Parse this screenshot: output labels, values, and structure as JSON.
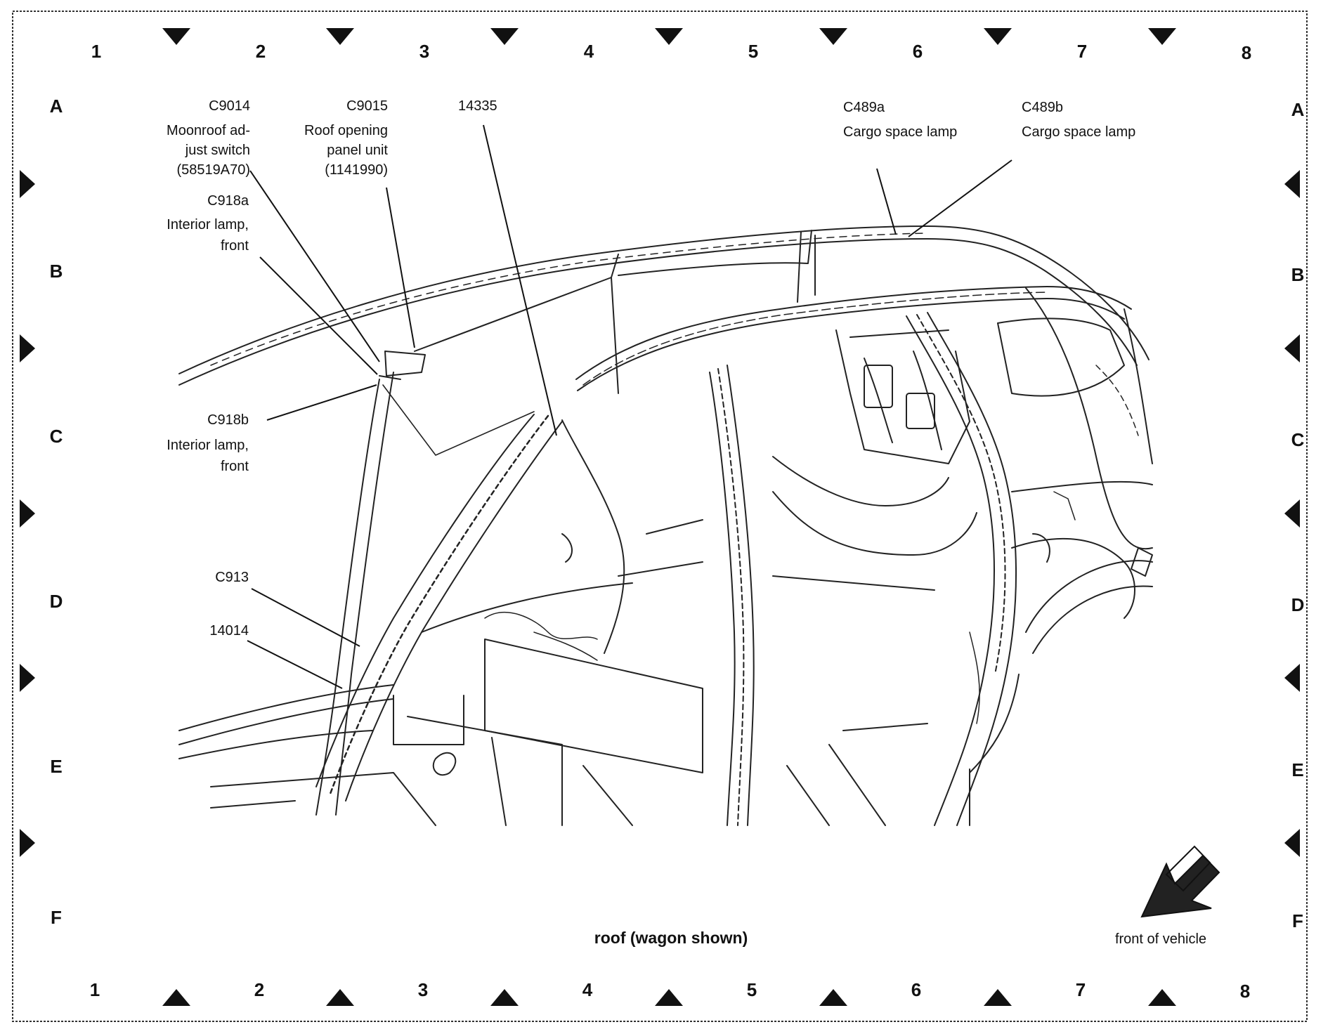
{
  "grid": {
    "columns": [
      "1",
      "2",
      "3",
      "4",
      "5",
      "6",
      "7",
      "8"
    ],
    "rows": [
      "A",
      "B",
      "C",
      "D",
      "E",
      "F"
    ]
  },
  "callouts": {
    "c9014": {
      "id": "C9014",
      "lines": [
        "Moonroof ad-",
        "just switch",
        "(58519A70)"
      ]
    },
    "c9015": {
      "id": "C9015",
      "lines": [
        "Roof opening",
        "panel unit",
        "(1141990)"
      ]
    },
    "w14335": {
      "id": "14335"
    },
    "c918a": {
      "id": "C918a",
      "lines": [
        "Interior lamp,",
        "front"
      ]
    },
    "c918b": {
      "id": "C918b",
      "lines": [
        "Interior lamp,",
        "front"
      ]
    },
    "c913": {
      "id": "C913"
    },
    "w14014": {
      "id": "14014"
    },
    "c489a": {
      "id": "C489a",
      "lines": [
        "Cargo space lamp"
      ]
    },
    "c489b": {
      "id": "C489b",
      "lines": [
        "Cargo space lamp"
      ]
    }
  },
  "caption": "roof (wagon shown)",
  "front_arrow_label": "front of vehicle",
  "colors": {
    "ink": "#111111",
    "paper": "#ffffff"
  }
}
